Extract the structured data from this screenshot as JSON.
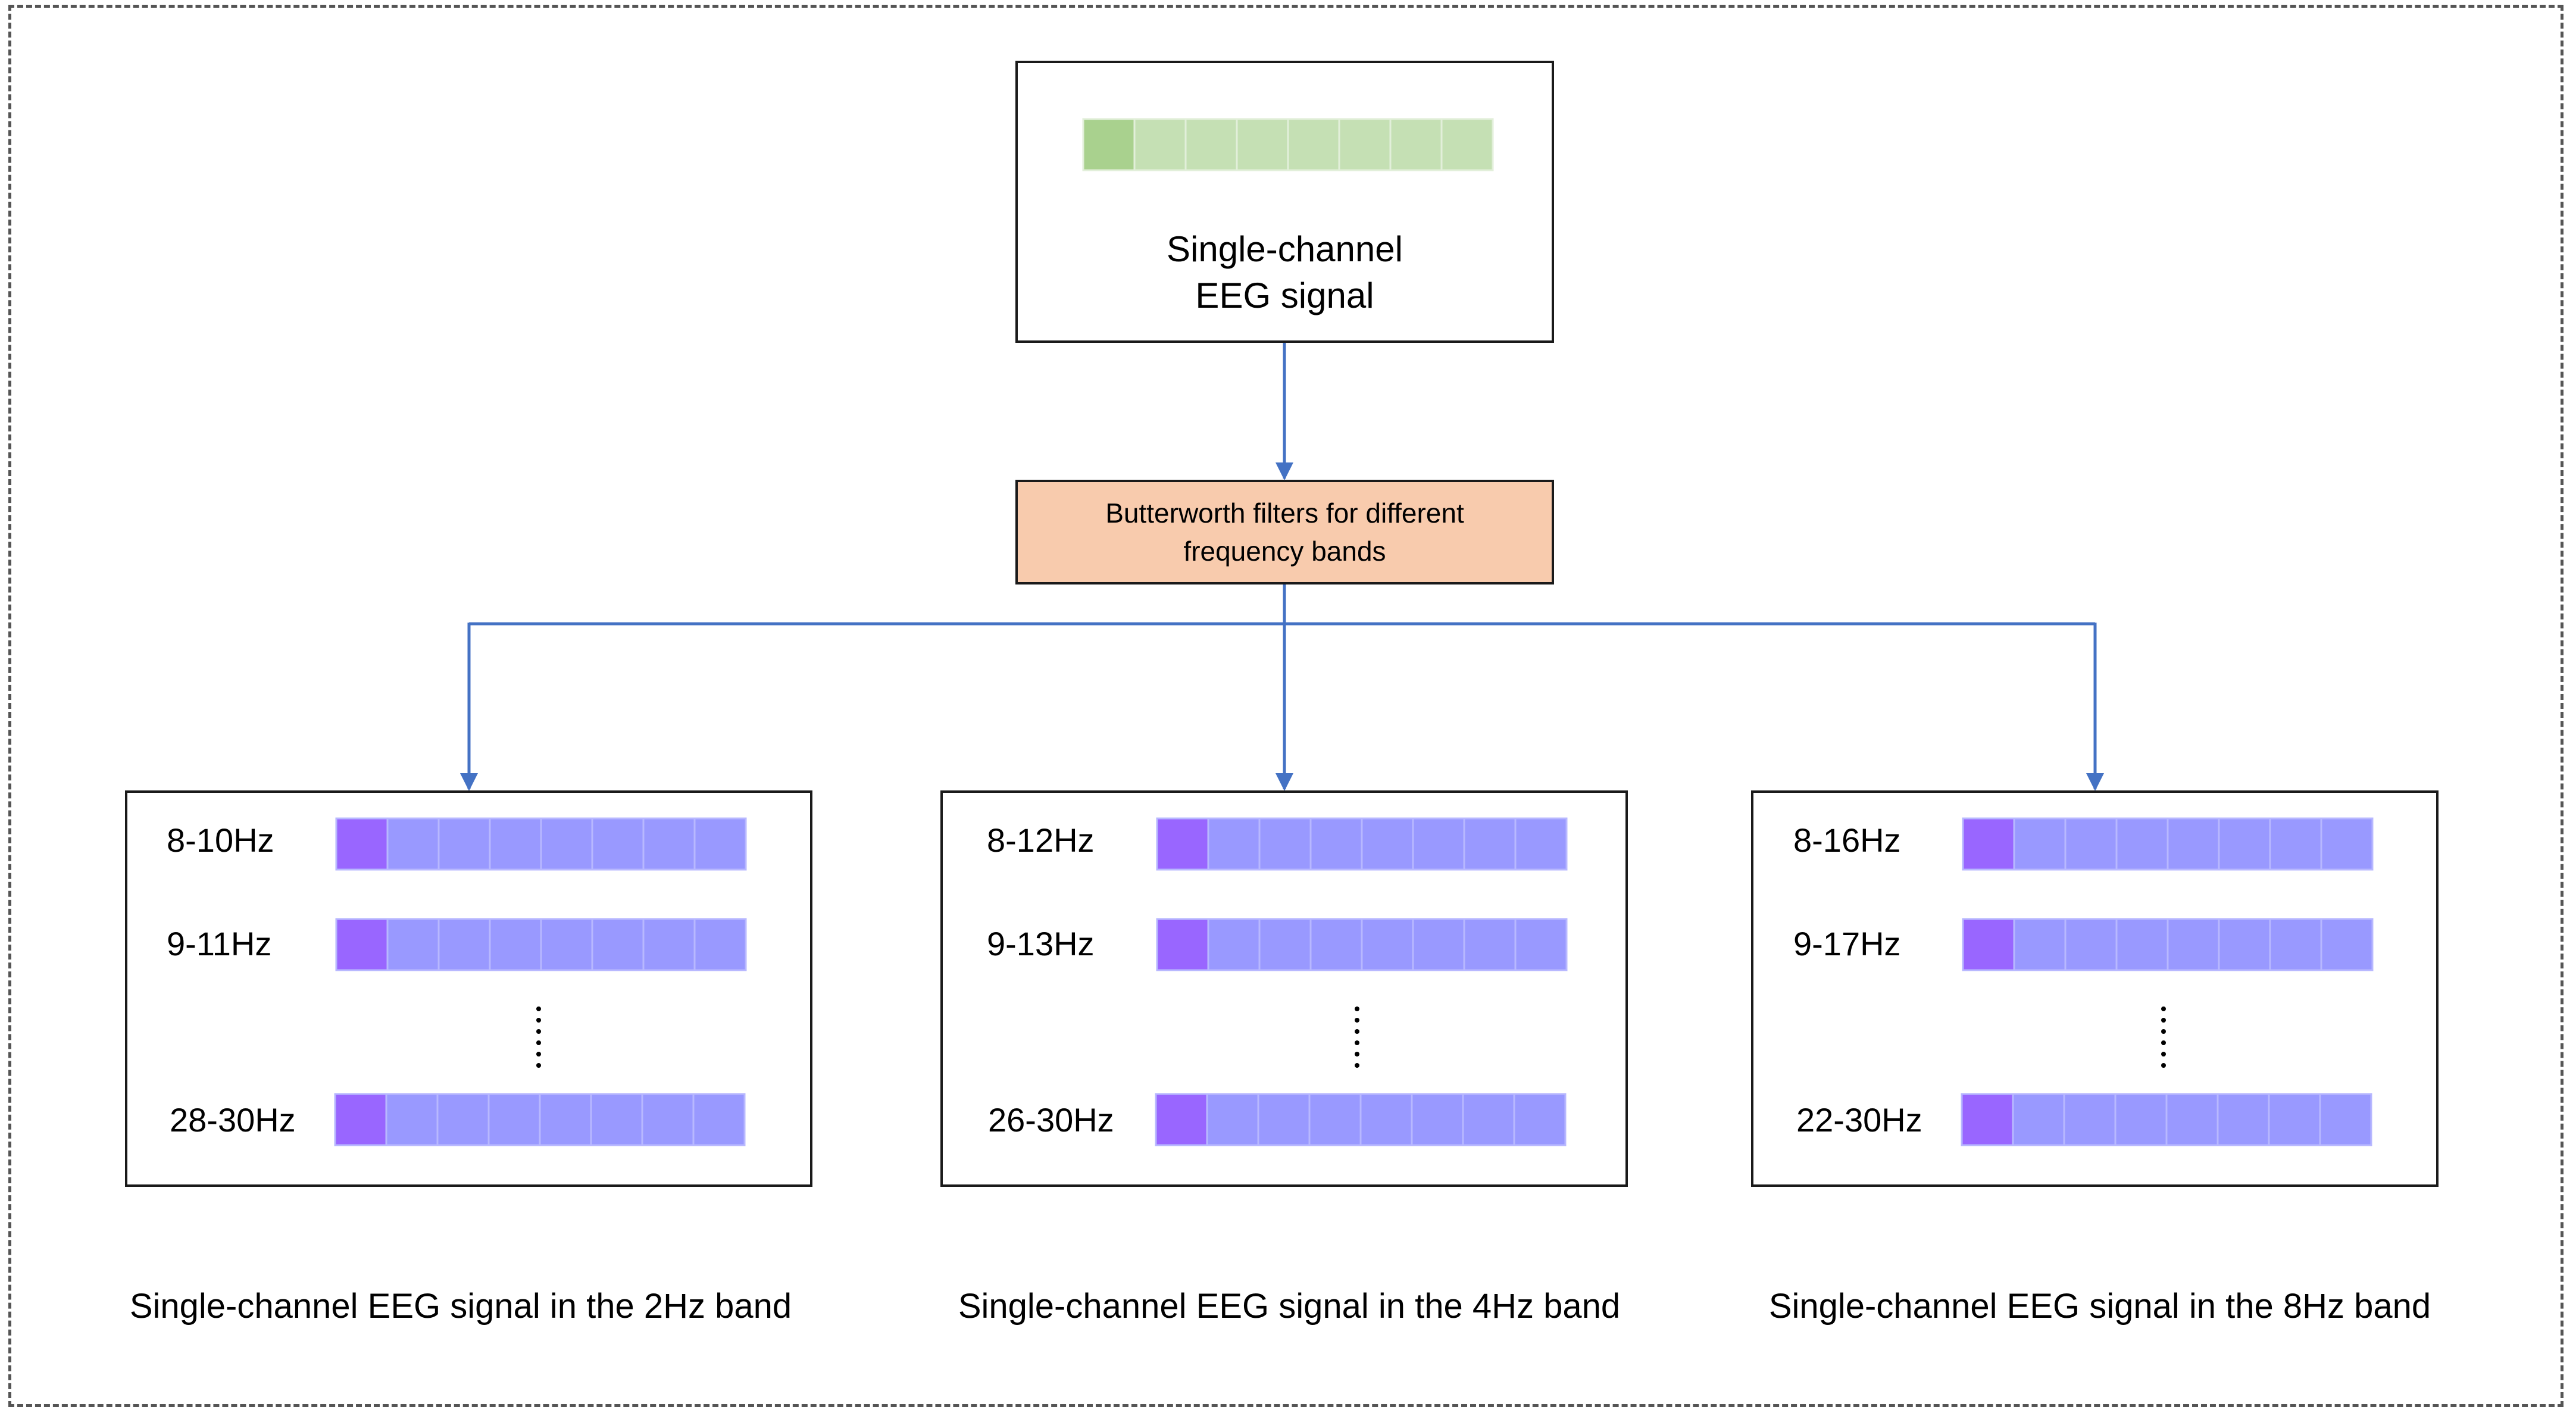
{
  "input": {
    "label_line1": "Single-channel",
    "label_line2": "EEG signal",
    "segment_count": 8,
    "colors": {
      "first": "#a9d18e",
      "rest": "#c5e0b4",
      "divider": "#e2efda"
    }
  },
  "filter": {
    "label": "Butterworth filters for different frequency bands",
    "color": "#f8cbad"
  },
  "band_segment_colors": {
    "first": "#9966ff",
    "rest": "#9999ff",
    "divider": "#b8b8ff"
  },
  "arrow_color": "#4472c4",
  "groups": [
    {
      "rows": [
        "8-10Hz",
        "9-11Hz",
        "28-30Hz"
      ],
      "caption": "Single-channel EEG signal in the 2Hz band"
    },
    {
      "rows": [
        "8-12Hz",
        "9-13Hz",
        "26-30Hz"
      ],
      "caption": "Single-channel EEG signal in the 4Hz band"
    },
    {
      "rows": [
        "8-16Hz",
        "9-17Hz",
        "22-30Hz"
      ],
      "caption": "Single-channel EEG signal in the 8Hz band"
    }
  ]
}
